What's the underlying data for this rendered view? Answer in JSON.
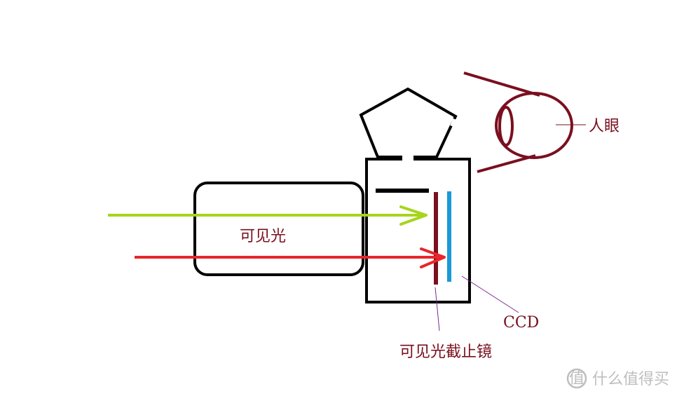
{
  "colors": {
    "outline": "#000000",
    "visible_light_ray": "#a6d51c",
    "infrared_ray": "#e8262b",
    "cutoff_filter": "#7a0f1f",
    "ccd": "#1a9ad6",
    "eye": "#7a0f1f",
    "label_text": "#7a0f1f",
    "leader_line": "#7b2c8e",
    "watermark": "#b8b8b8"
  },
  "labels": {
    "visible_light": "可见光",
    "eye": "人眼",
    "ccd": "CCD",
    "cutoff_filter": "可见光截止镜"
  },
  "watermark": {
    "icon": "value-badge-icon",
    "text": "什么值得买"
  }
}
